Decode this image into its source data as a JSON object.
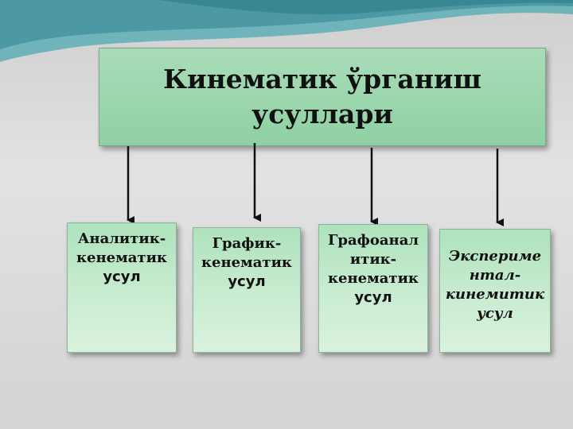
{
  "title": {
    "line1": "Кинематик ўрганиш",
    "line2": "усуллари"
  },
  "methods": [
    {
      "line1": "Аналитик-",
      "line2": "кенематик",
      "line3": "усул"
    },
    {
      "line1": "График-",
      "line2": "кенематик",
      "line3": "усул"
    },
    {
      "line1": "Графоанал",
      "line2": "итик-",
      "line3": "кенематик",
      "line4": "усул"
    },
    {
      "line1": "Экспериме",
      "line2": "нтал-",
      "line3": "кинемитик",
      "line4": "усул"
    }
  ],
  "colors": {
    "box_fill": "#9fd7b0",
    "arrow": "#111111",
    "wave_teal": "#5aa7b0"
  }
}
